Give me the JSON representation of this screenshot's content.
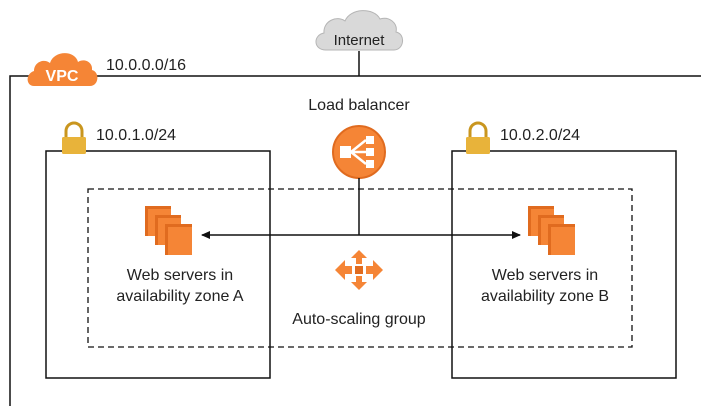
{
  "internet": {
    "label": "Internet"
  },
  "vpc": {
    "badge": "VPC",
    "cidr": "10.0.0.0/16"
  },
  "load_balancer": {
    "label": "Load balancer"
  },
  "subnets": [
    {
      "cidr": "10.0.1.0/24",
      "servers_label_line1": "Web servers in",
      "servers_label_line2": "availability zone A"
    },
    {
      "cidr": "10.0.2.0/24",
      "servers_label_line1": "Web servers in",
      "servers_label_line2": "availability zone B"
    }
  ],
  "auto_scaling": {
    "label": "Auto-scaling group"
  },
  "colors": {
    "aws_orange": "#F58536",
    "aws_orange_dark": "#C7511F",
    "lock_gold": "#E8B33A",
    "cloud_gray": "#D9D9D9",
    "line": "#111111"
  }
}
